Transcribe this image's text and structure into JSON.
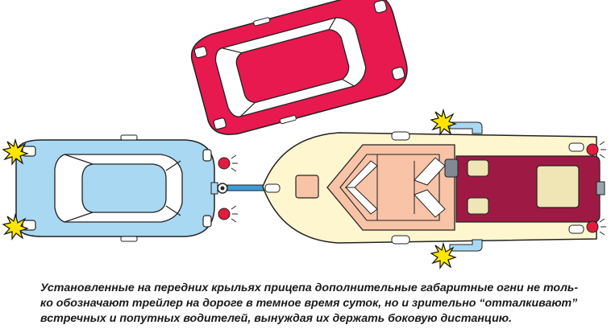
{
  "figure": {
    "vehicles": [
      {
        "kind": "passenger-car",
        "color": "#e8194f",
        "role": "oncoming/overtaking car"
      },
      {
        "kind": "tow-car",
        "color": "#a9d8f3"
      },
      {
        "kind": "boat-trailer",
        "hull_color": "#fdf6cf",
        "cabin_color": "#f8c3a6",
        "deck_color": "#9e1a45",
        "hitch_color": "#3f9bd6"
      }
    ],
    "lights": {
      "color": "#ffe600",
      "rays_color": "#111111",
      "marker_color": "#e41b3c",
      "icon": "starburst-light-icon"
    }
  },
  "caption": {
    "line1": "Установленные на передних крыльях прицепа дополнительные габаритные огни не толь-",
    "line2": "ко обозначают трейлер на дороге в темное время суток, но и зрительно “отталкивают”",
    "line3": "встречных и попутных водителей, вынуждая их держать боковую дистанцию."
  }
}
